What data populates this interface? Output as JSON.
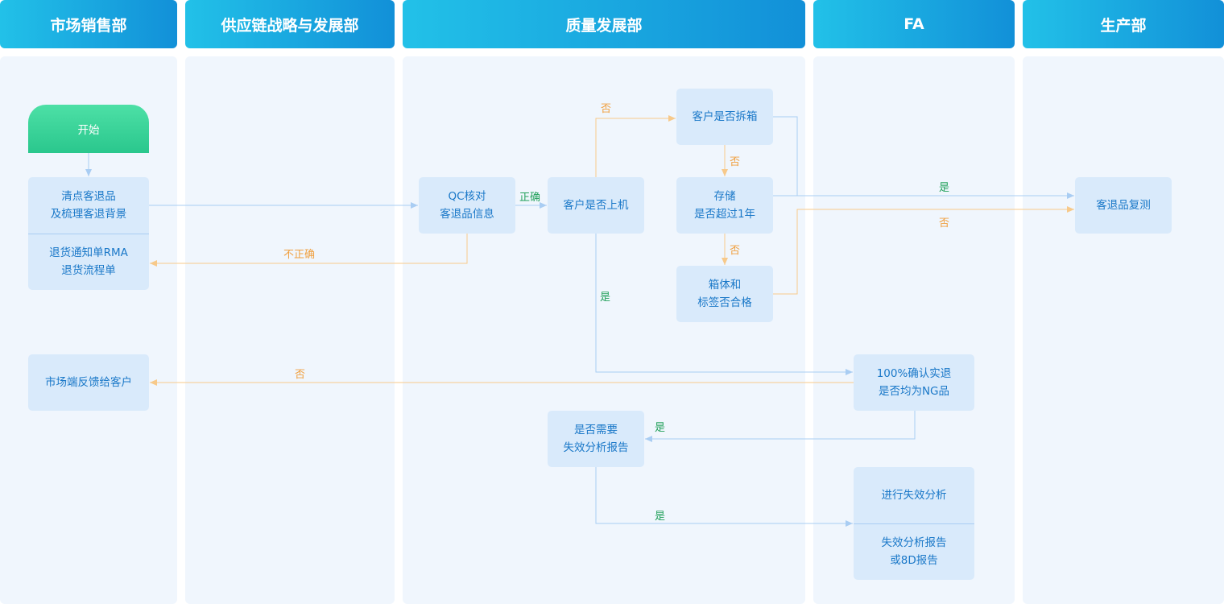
{
  "lanes": [
    {
      "title": "市场销售部"
    },
    {
      "title": "供应链战略与发展部"
    },
    {
      "title": "质量发展部"
    },
    {
      "title": "FA"
    },
    {
      "title": "生产部"
    }
  ],
  "nodes": {
    "start": "开始",
    "check_returns": "清点客退品\n及梳理客退背景",
    "rma": "退货通知单RMA\n退货流程单",
    "feedback": "市场端反馈给客户",
    "qc": "QC核对\n客退品信息",
    "on_machine": "客户是否上机",
    "unbox": "客户是否拆箱",
    "storage": "存储\n是否超过1年",
    "box_label": "箱体和\n标签否合格",
    "need_analysis": "是否需要\n失效分析报告",
    "confirm_ng": "100%确认实退\n是否均为NG品",
    "do_analysis": "进行失效分析",
    "report": "失效分析报告\n或8D报告",
    "retest": "客退品复测"
  },
  "edge_labels": {
    "incorrect": "不正确",
    "correct": "正确",
    "no_unbox": "否",
    "no_storage": "否",
    "no_box": "否",
    "yes_retest": "是",
    "no_retest": "否",
    "yes_confirm": "是",
    "no_feedback": "否",
    "yes_need": "是",
    "yes_analysis": "是"
  },
  "colors": {
    "header_start": "#22c1e8",
    "header_end": "#1290d8",
    "node_fill": "#d9eafb",
    "node_text": "#1a78c8",
    "edge_blue": "#a9cdf3",
    "edge_orange": "#f7c98a",
    "label_orange": "#f0a040",
    "label_green": "#21a05a",
    "start_fill": "#2ac78d"
  }
}
